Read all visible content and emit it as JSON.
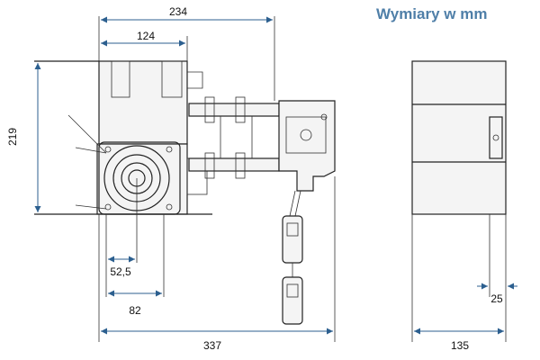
{
  "title": "Wymiary w mm",
  "dimensions": {
    "top_width": "234",
    "top_inner": "124",
    "height": "219",
    "offset_center": "52,5",
    "flange": "82",
    "total_width": "337",
    "side_width": "135",
    "side_offset": "25"
  }
}
